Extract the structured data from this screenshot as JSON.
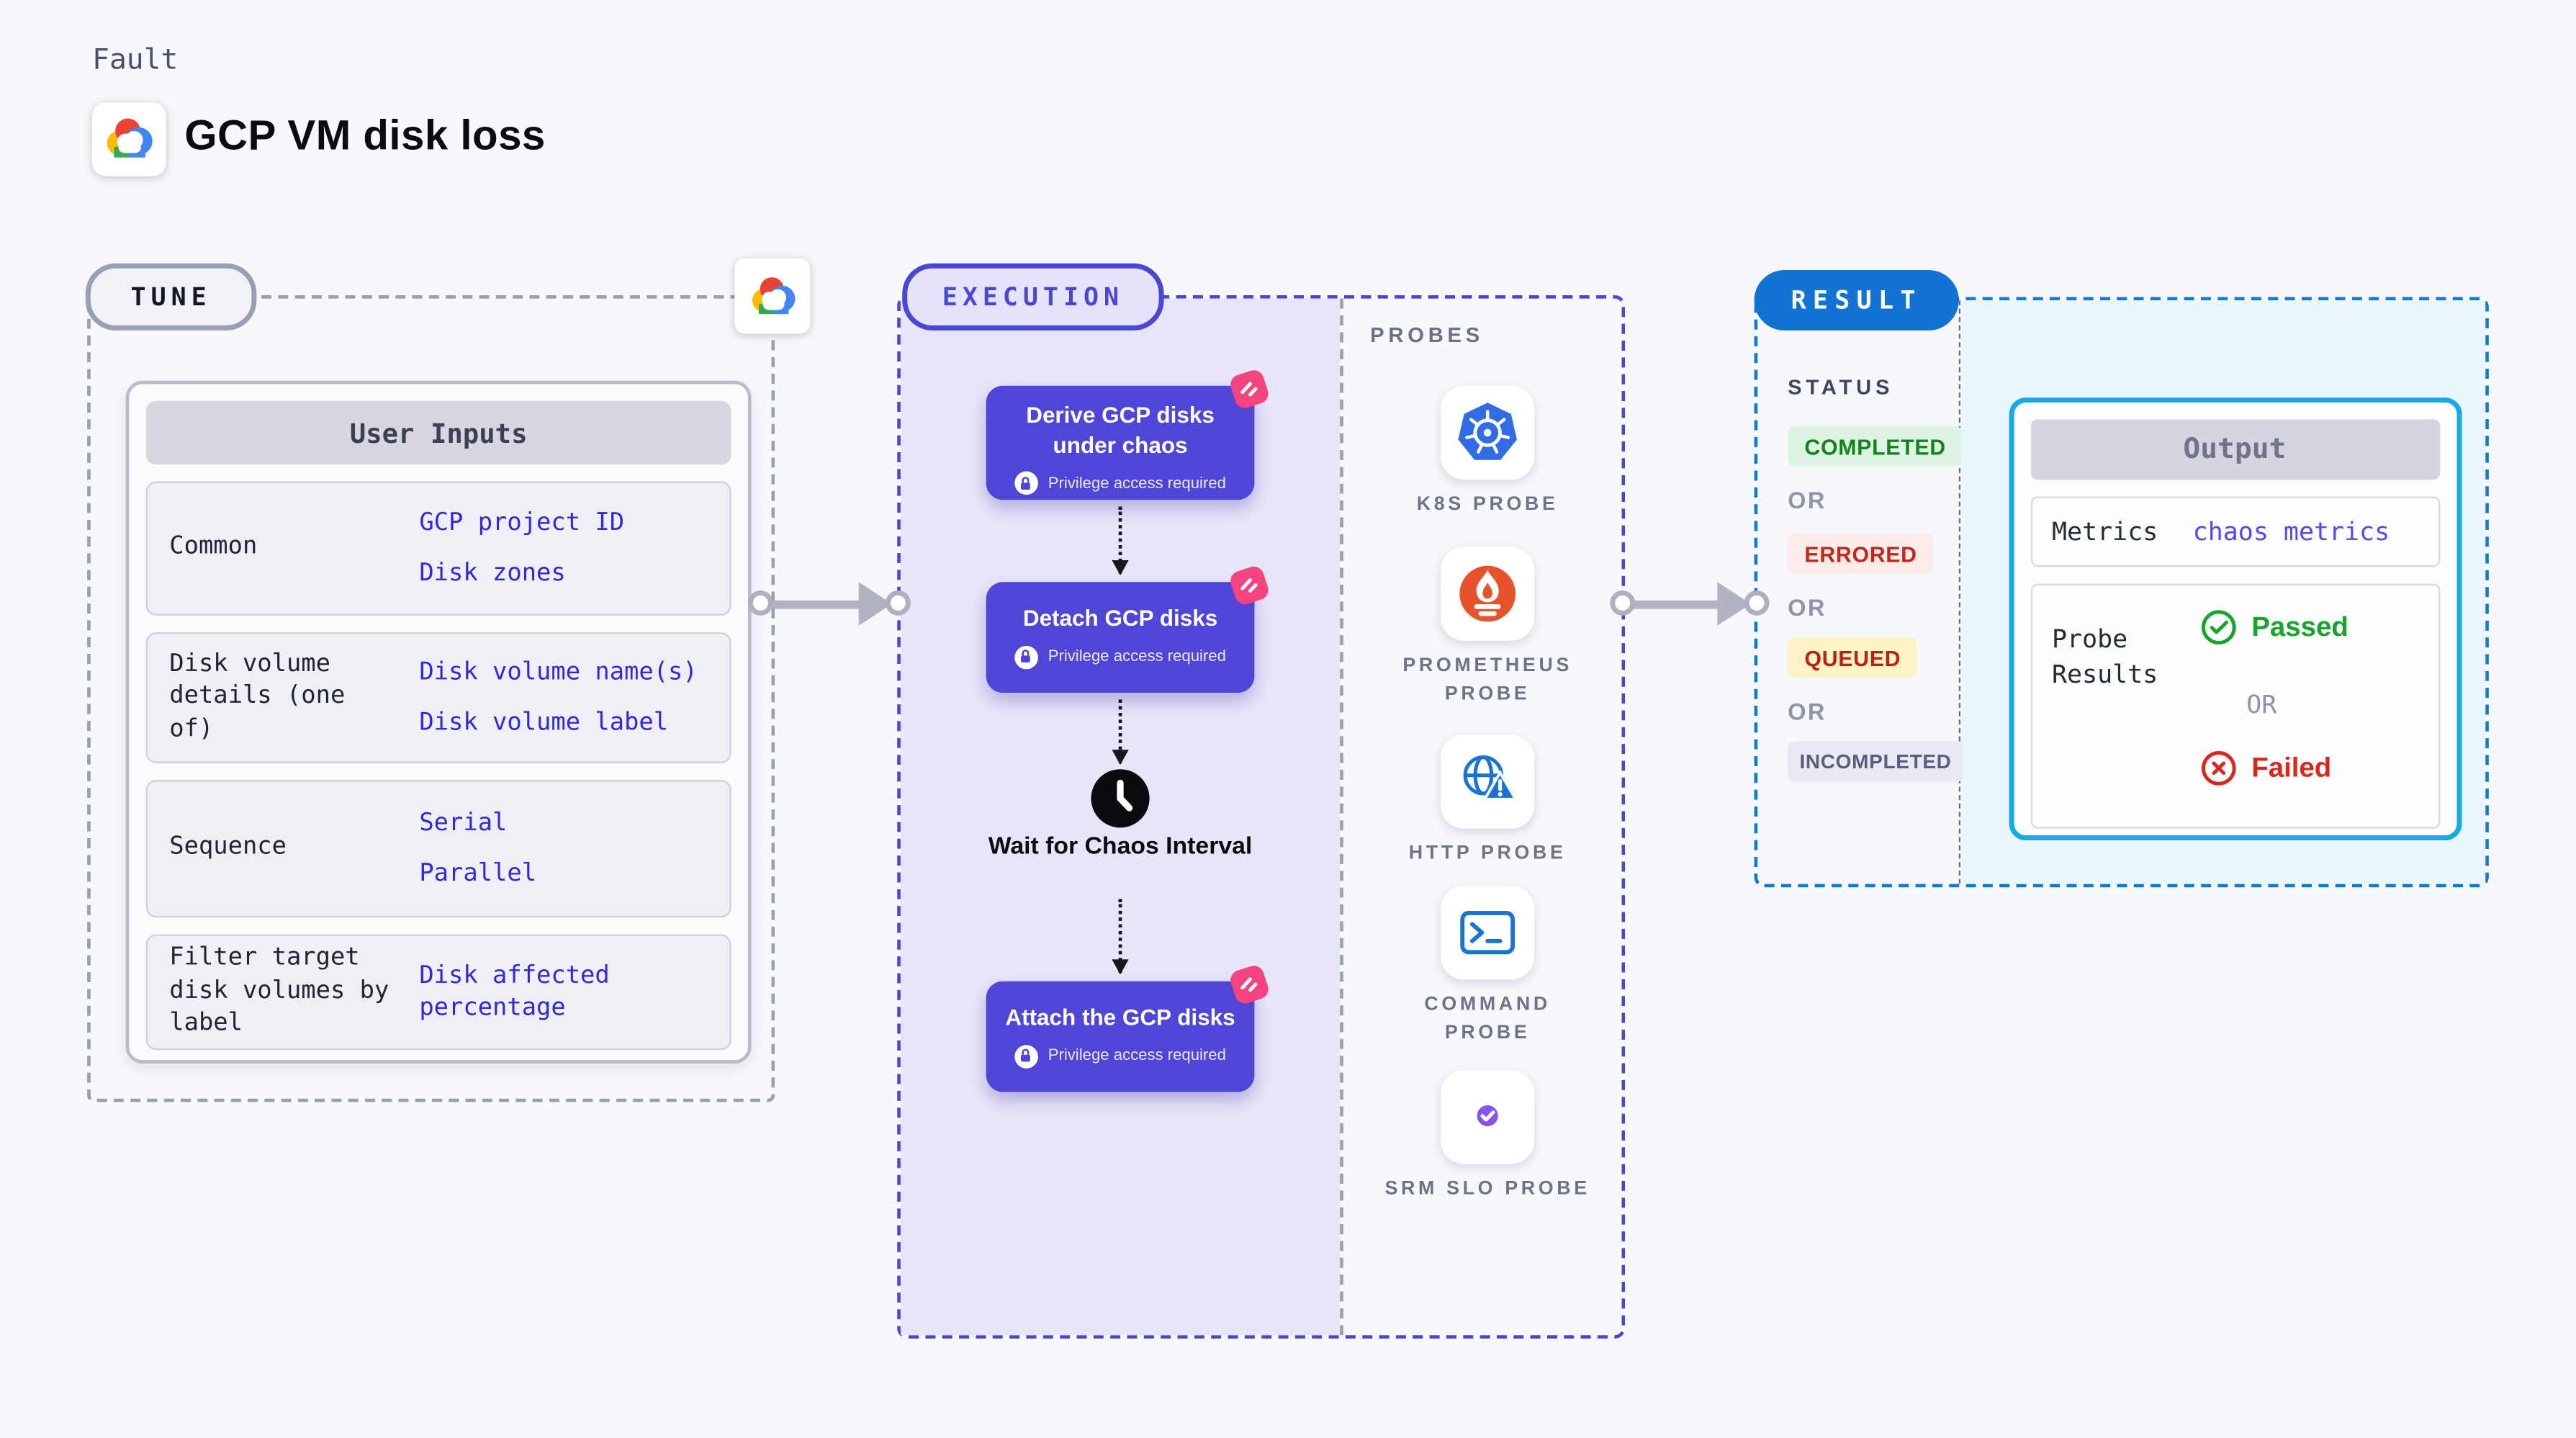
{
  "header": {
    "kicker": "Fault",
    "title": "GCP VM disk loss",
    "logo_icon": "gcp-cloud-icon"
  },
  "tune": {
    "label": "TUNE",
    "corner_icon": "gcp-cloud-icon",
    "user_inputs": {
      "header": "User Inputs",
      "rows": [
        {
          "label": "Common",
          "values": [
            "GCP project ID",
            "Disk zones"
          ]
        },
        {
          "label": "Disk volume details (one of)",
          "values": [
            "Disk volume name(s)",
            "Disk volume label"
          ]
        },
        {
          "label": "Sequence",
          "values": [
            "Serial",
            "Parallel"
          ]
        },
        {
          "label": "Filter target disk volumes by label",
          "values": [
            "Disk affected percentage"
          ]
        }
      ]
    }
  },
  "execution": {
    "label": "EXECUTION",
    "privilege_note": "Privilege access required",
    "steps": [
      {
        "title": "Derive GCP disks under chaos",
        "badge_icon": "chaos-badge-icon"
      },
      {
        "title": "Detach GCP disks",
        "badge_icon": "chaos-badge-icon"
      },
      {
        "title": "Attach the GCP disks",
        "badge_icon": "chaos-badge-icon"
      }
    ],
    "wait_step": {
      "icon": "clock-icon",
      "label": "Wait for Chaos Interval"
    }
  },
  "probes": {
    "label": "PROBES",
    "items": [
      {
        "name": "K8S PROBE",
        "icon": "kubernetes-icon"
      },
      {
        "name": "PROMETHEUS PROBE",
        "icon": "prometheus-icon"
      },
      {
        "name": "HTTP PROBE",
        "icon": "http-globe-icon"
      },
      {
        "name": "COMMAND PROBE",
        "icon": "terminal-icon"
      },
      {
        "name": "SRM SLO PROBE",
        "icon": "srm-slo-icon"
      }
    ]
  },
  "result": {
    "label": "RESULT",
    "status": {
      "heading": "STATUS",
      "separator": "OR",
      "badges": [
        {
          "text": "COMPLETED",
          "type": "success",
          "text_color": "#12831d",
          "bg": "#def4e2"
        },
        {
          "text": "ERRORED",
          "type": "error",
          "text_color": "#c2271c",
          "bg": "#fcebe9"
        },
        {
          "text": "QUEUED",
          "type": "warning",
          "text_color": "#bb2113",
          "bg": "#fdf3c6"
        },
        {
          "text": "INCOMPLETED",
          "type": "neutral",
          "text_color": "#575e7e",
          "bg": "#e9e9f1"
        }
      ]
    },
    "output": {
      "header": "Output",
      "metrics_label": "Metrics",
      "metrics_value": "chaos metrics",
      "probe_results_label": "Probe Results",
      "passed": "Passed",
      "or": "OR",
      "failed": "Failed"
    }
  },
  "colors": {
    "page_bg": "#f7f8fc",
    "execution_fill": "#e7e6f9",
    "execution_border": "#4946d2",
    "step_purple": "#4f46d8",
    "chaos_pink": "#f5437e",
    "tune_border_gray": "#98a0ac",
    "result_dashed_blue": "#1478cf",
    "result_fill_blue": "#e9f6fc",
    "output_card_border": "#16aae6",
    "result_pill_blue": "#1273d2",
    "input_value_blue": "#3227e2",
    "metrics_value_violet": "#5747f2",
    "passed_green": "#18a32c",
    "failed_red": "#d8281d",
    "arrow_gray": "#b1b3c1"
  }
}
